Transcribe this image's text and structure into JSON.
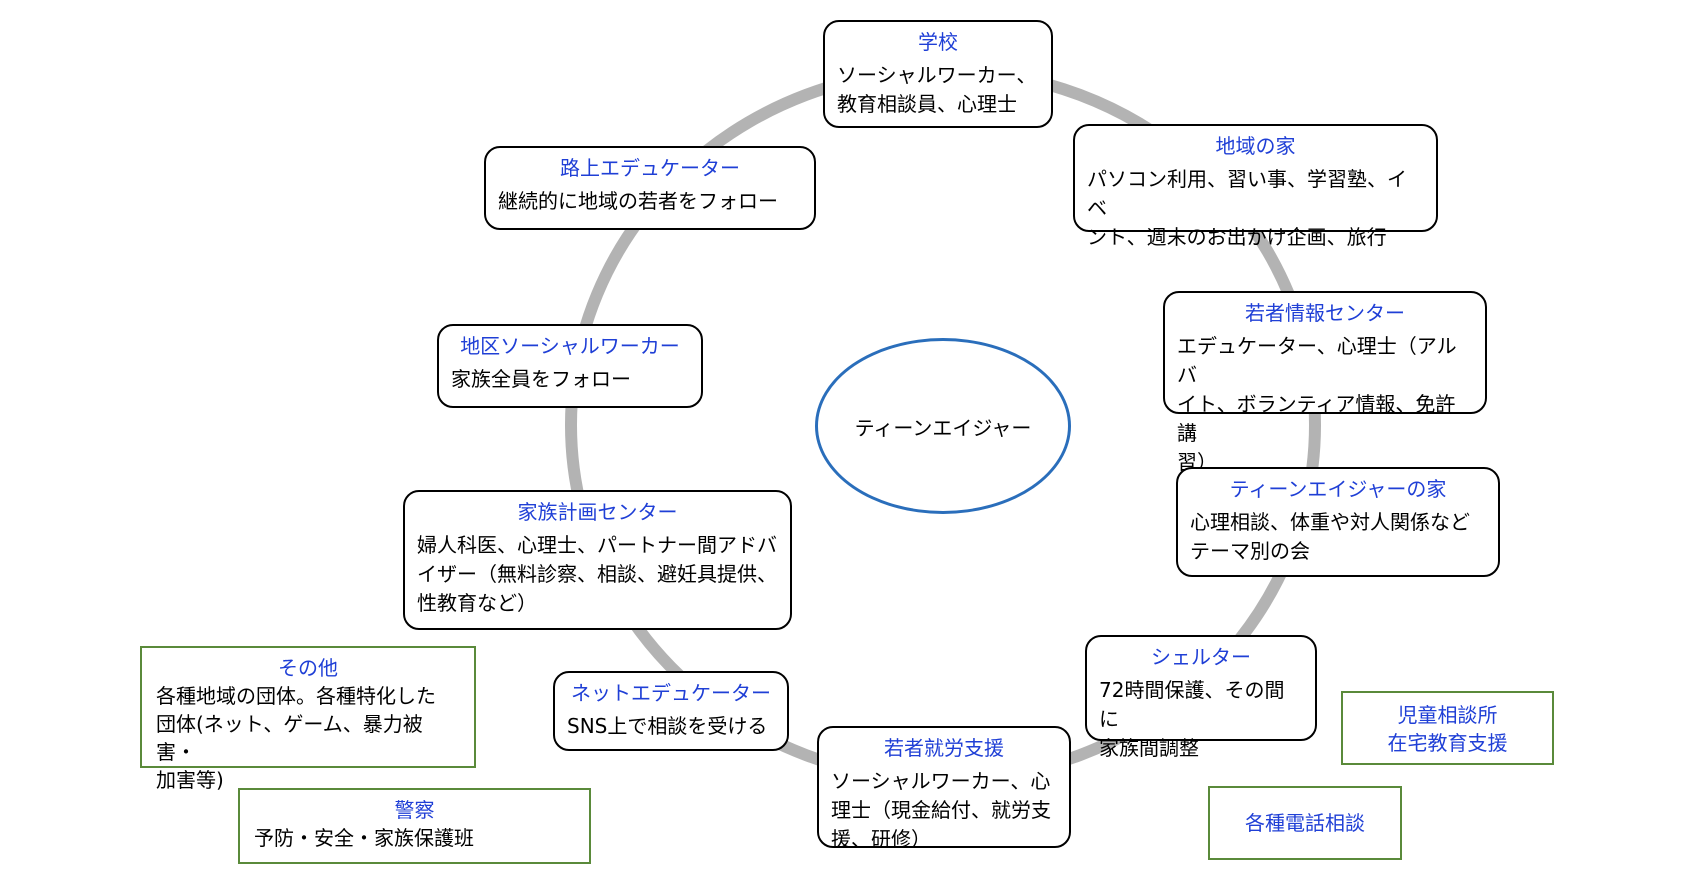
{
  "center": "ティーンエイジャー",
  "nodes": [
    {
      "title": "学校",
      "body": "ソーシャルワーカー、\n教育相談員、心理士"
    },
    {
      "title": "地域の家",
      "body": "パソコン利用、習い事、学習塾、イベ\nント、週末のお出かけ企画、旅行"
    },
    {
      "title": "若者情報センター",
      "body": "エデュケーター、心理士（アルバ\nイト、ボランティア情報、免許講\n習）"
    },
    {
      "title": "ティーンエイジャーの家",
      "body": "心理相談、体重や対人関係など\nテーマ別の会"
    },
    {
      "title": "シェルター",
      "body": "72時間保護、その間に\n家族間調整"
    },
    {
      "title": "若者就労支援",
      "body": "ソーシャルワーカー、心\n理士（現金給付、就労支\n援、研修）"
    },
    {
      "title": "ネットエデュケーター",
      "body": "SNS上で相談を受ける"
    },
    {
      "title": "家族計画センター",
      "body": "婦人科医、心理士、パートナー間アドバ\nイザー（無料診察、相談、避妊具提供、\n性教育など）"
    },
    {
      "title": "地区ソーシャルワーカー",
      "body": "家族全員をフォロー"
    },
    {
      "title": "路上エデュケーター",
      "body": "継続的に地域の若者をフォロー"
    }
  ],
  "extras": [
    {
      "title": "その他",
      "body": "各種地域の団体。各種特化した\n団体(ネット、ゲーム、暴力被害・\n加害等)"
    },
    {
      "title": "警察",
      "body": "予防・安全・家族保護班"
    },
    {
      "title": "",
      "body": "児童相談所\n在宅教育支援"
    },
    {
      "title": "",
      "body": "各種電話相談"
    }
  ],
  "colors": {
    "title_text": "#1f3fd6",
    "ring": "#b3b3b3",
    "ellipse_border": "#2a6ebb",
    "extra_border": "#5a8a3a"
  }
}
